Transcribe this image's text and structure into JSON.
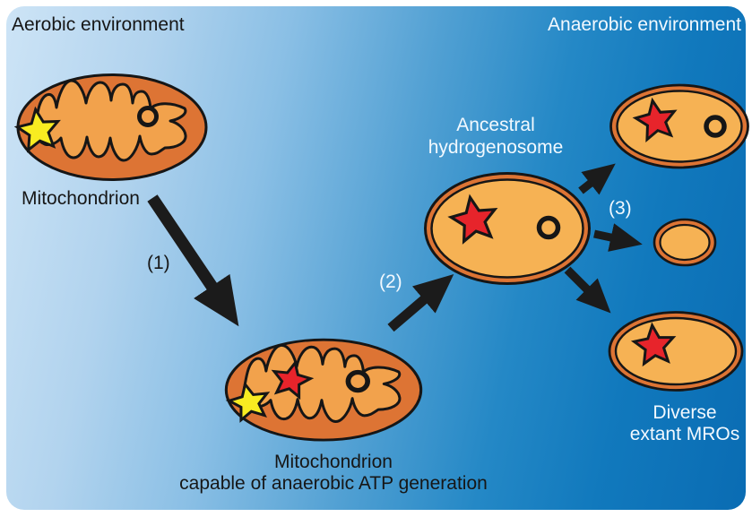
{
  "environments": {
    "aerobic": "Aerobic environment",
    "anaerobic": "Anaerobic environment"
  },
  "organelles": {
    "mitochondrion": {
      "label": "Mitochondrion"
    },
    "anaerobic_mitochondrion": {
      "label_line1": "Mitochondrion",
      "label_line2": "capable of anaerobic ATP generation"
    },
    "ancestral_hydrogenosome": {
      "label_line1": "Ancestral",
      "label_line2": "hydrogenosome"
    },
    "diverse_mros": {
      "label_line1": "Diverse",
      "label_line2": "extant MROs"
    }
  },
  "steps": {
    "one": "(1)",
    "two": "(2)",
    "three": "(3)"
  },
  "icons": {
    "yellow_star": "aerobic-function-star",
    "red_star": "anaerobic-function-star",
    "genome_ring": "organelle-genome-ring",
    "arrow": "transition-arrow"
  },
  "colors": {
    "bg_light": "#cde4f6",
    "bg_mid": "#51a0d3",
    "bg_deep": "#0a6cb3",
    "mito_outer": "#dd7434",
    "mito_inner": "#f2a24c",
    "mro_fill": "#f6b254",
    "mro_rim": "#dd7434",
    "star_yellow": "#f8ec21",
    "star_red": "#e7242b",
    "outline": "#161616",
    "arrow": "#1b1b1b",
    "text_dark": "#161616",
    "text_light": "#f2f9ff"
  }
}
